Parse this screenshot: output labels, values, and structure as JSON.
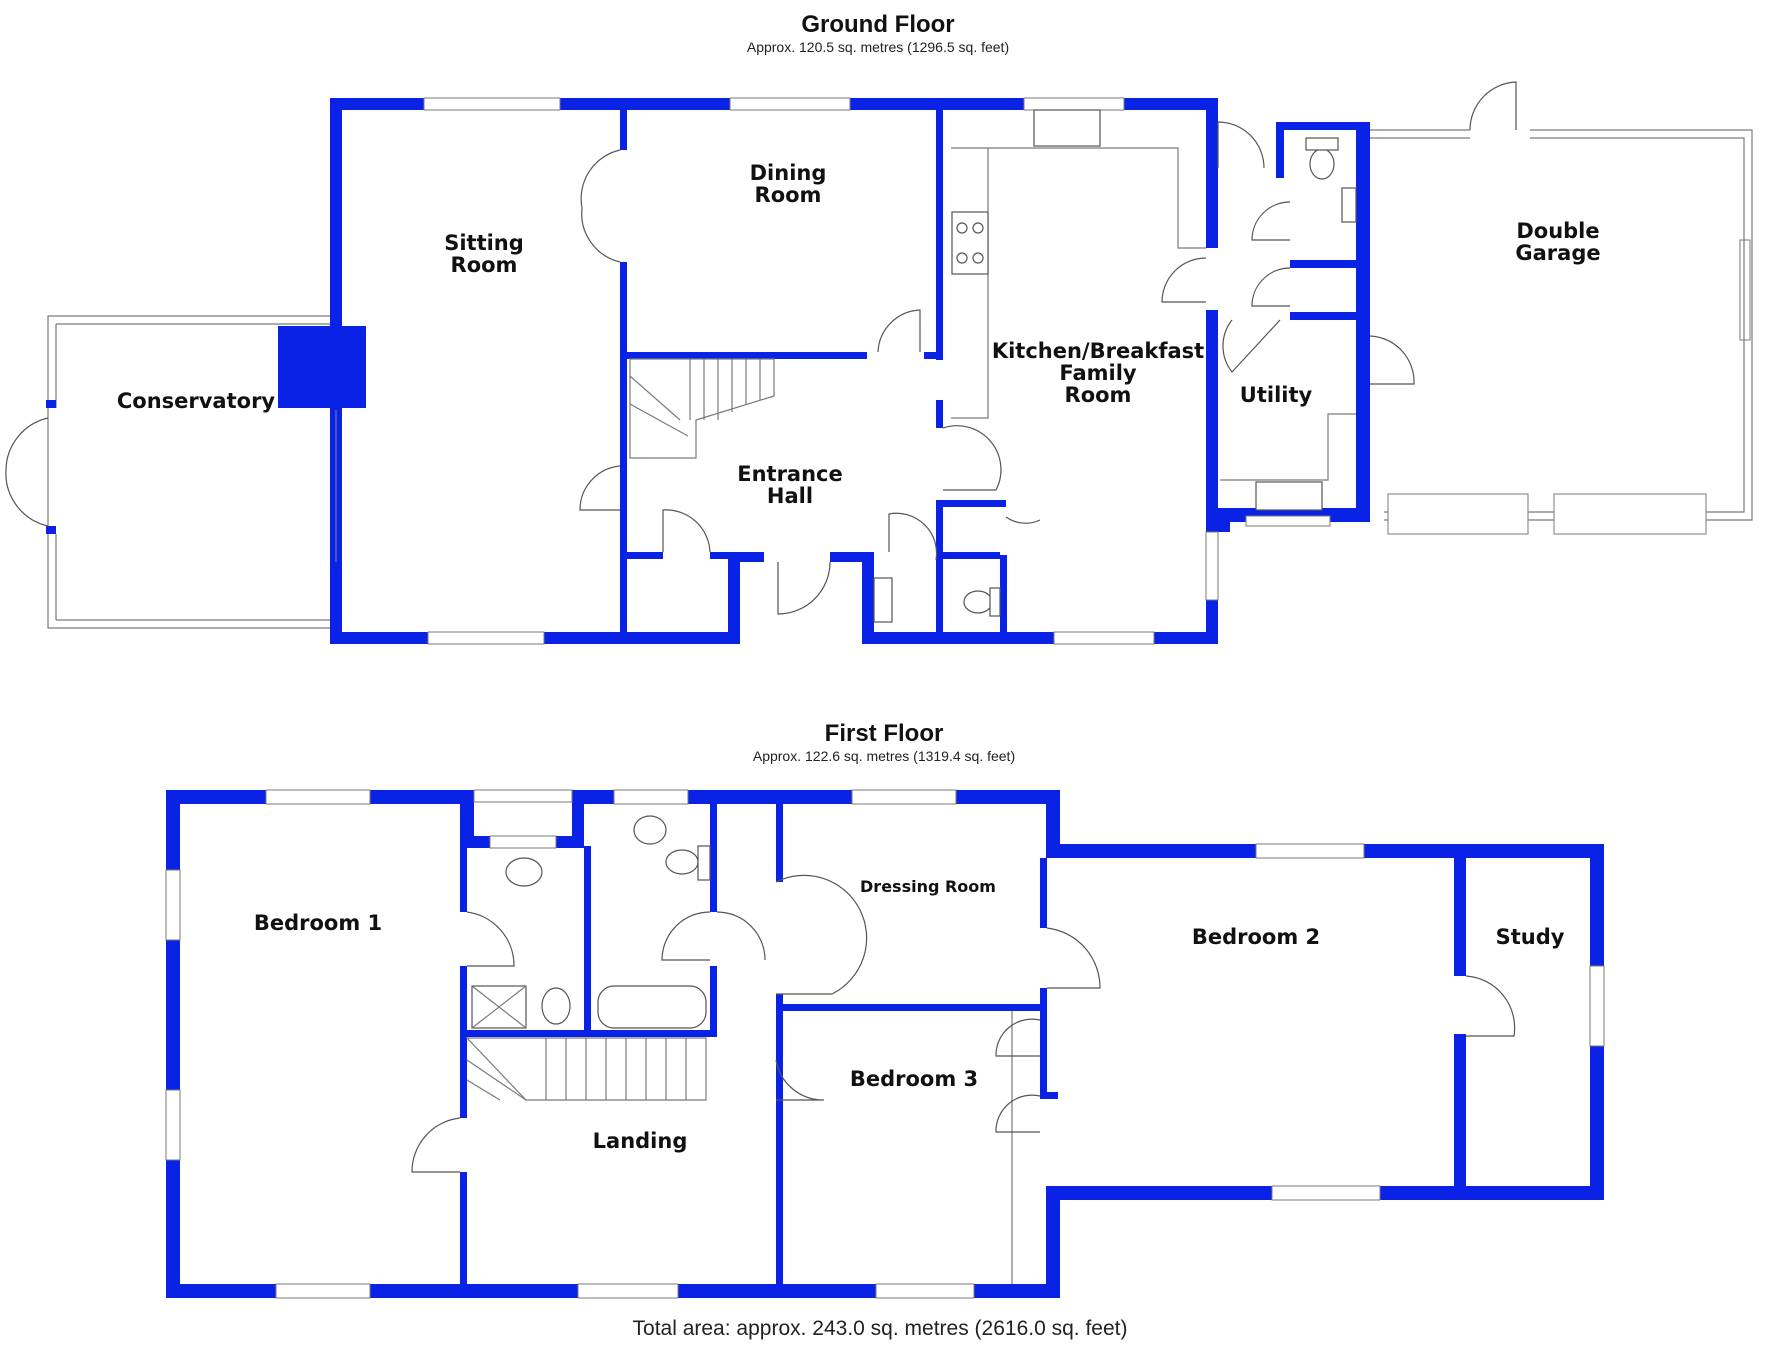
{
  "ground_floor": {
    "title": "Ground Floor",
    "area": "Approx. 120.5 sq. metres (1296.5 sq. feet)",
    "rooms": {
      "sitting_1": "Sitting",
      "sitting_2": "Room",
      "dining_1": "Dining",
      "dining_2": "Room",
      "kitchen_1": "Kitchen/Breakfast",
      "kitchen_2": "Family",
      "kitchen_3": "Room",
      "conservatory": "Conservatory",
      "hall_1": "Entrance",
      "hall_2": "Hall",
      "utility": "Utility",
      "garage_1": "Double",
      "garage_2": "Garage"
    }
  },
  "first_floor": {
    "title": "First Floor",
    "area": "Approx. 122.6 sq. metres (1319.4 sq. feet)",
    "rooms": {
      "bedroom1": "Bedroom 1",
      "dressing": "Dressing Room",
      "bedroom2": "Bedroom 2",
      "study": "Study",
      "bedroom3": "Bedroom 3",
      "landing": "Landing"
    }
  },
  "total_area": "Total area: approx. 243.0 sq. metres (2616.0 sq. feet)",
  "colors": {
    "wall": "#0a22e6",
    "text": "#111111"
  }
}
